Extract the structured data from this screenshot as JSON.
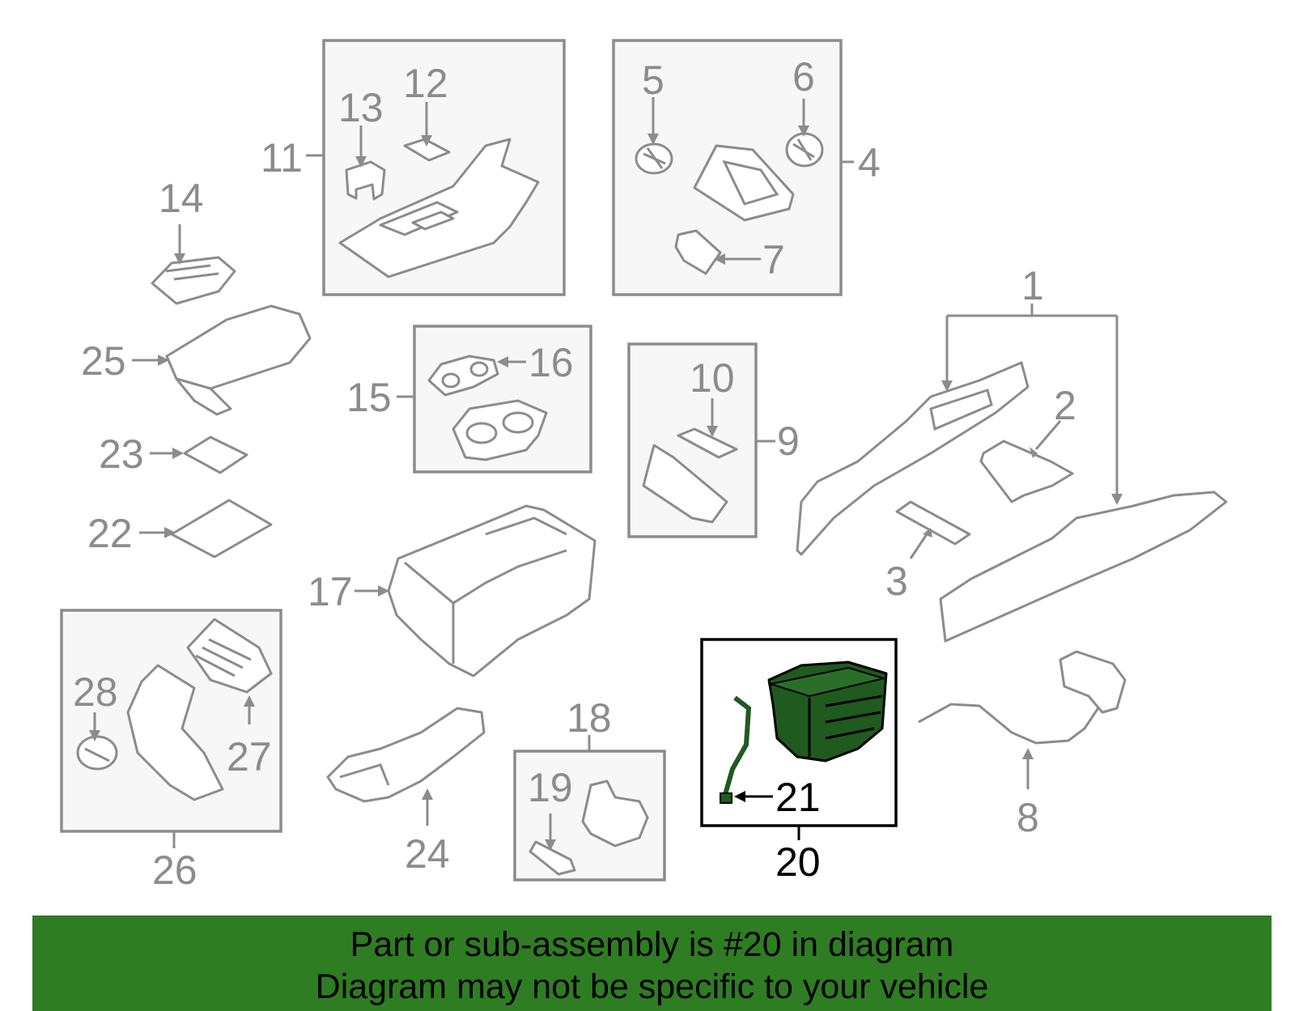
{
  "diagram": {
    "callouts": {
      "c1": "1",
      "c2": "2",
      "c3": "3",
      "c4": "4",
      "c5": "5",
      "c6": "6",
      "c7": "7",
      "c8": "8",
      "c9": "9",
      "c10": "10",
      "c11": "11",
      "c12": "12",
      "c13": "13",
      "c14": "14",
      "c15": "15",
      "c16": "16",
      "c17": "17",
      "c18": "18",
      "c19": "19",
      "c20": "20",
      "c21": "21",
      "c22": "22",
      "c23": "23",
      "c24": "24",
      "c25": "25",
      "c26": "26",
      "c27": "27",
      "c28": "28"
    },
    "highlighted_callout": "20",
    "colors": {
      "line": "#8c8c8c",
      "highlight": "#1f5a1f",
      "banner": "#2e7d22"
    }
  },
  "banner": {
    "line1": "Part or sub-assembly is #20 in diagram",
    "line2": "Diagram may not be specific to your vehicle"
  }
}
